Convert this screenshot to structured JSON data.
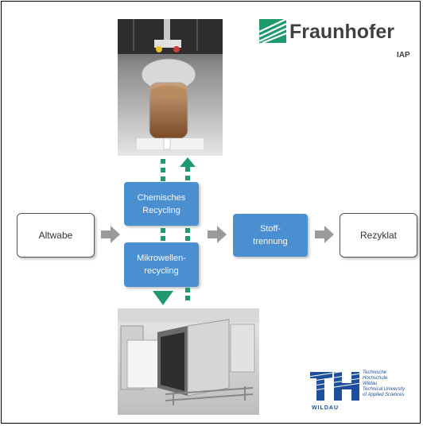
{
  "logo": {
    "name": "Fraunhofer",
    "sub": "IAP",
    "color": "#1f9a6d"
  },
  "nodes": {
    "altwabe": "Altwabe",
    "chemisch": [
      "Chemisches",
      "Recycling"
    ],
    "mikrowelle": [
      "Mikrowellen-",
      "recycling"
    ],
    "stoff": [
      "Stoff-",
      "trennung"
    ],
    "rezyklat": "Rezyklat"
  },
  "th_logo": {
    "mark": "TH",
    "wildau": "WILDAU",
    "lines": [
      "Technische",
      "Hochschule",
      "Wildau",
      "Technical University",
      "of Applied Sciences"
    ],
    "color": "#1d4f9c"
  },
  "colors": {
    "blue_box": "#4a8fd0",
    "green_arrow": "#1f9a6d",
    "gray_arrow": "#9a9a9a"
  }
}
